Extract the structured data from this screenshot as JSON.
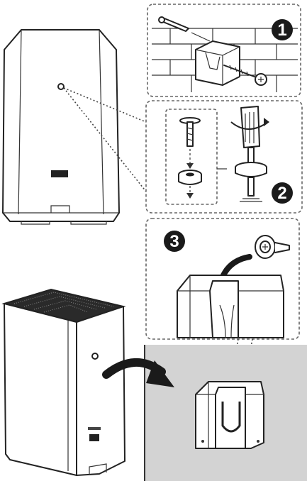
{
  "steps": {
    "step1_label": "1",
    "step2_label": "2",
    "step3_label": "3"
  },
  "icons": [
    "wall-anchor-icon",
    "screw-icon",
    "screwdriver-icon",
    "curved-arrow-icon"
  ],
  "colors": {
    "badge": "#1a1a1a",
    "wall": "#d3d3d3",
    "device_top": "#2a2a2a",
    "ink": "#222222"
  }
}
